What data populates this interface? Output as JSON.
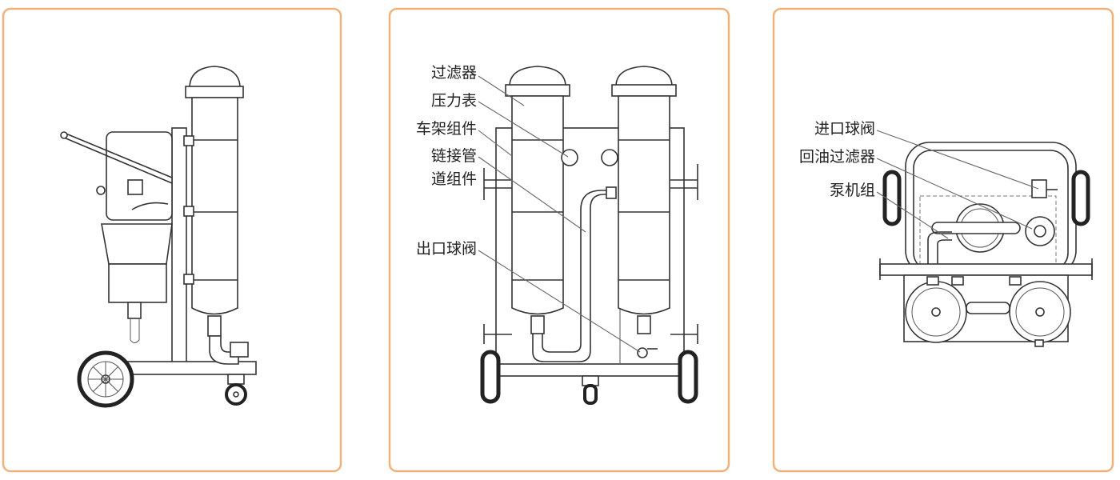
{
  "panels": [
    {
      "view": "side",
      "labels": []
    },
    {
      "view": "front",
      "labels": {
        "filter": "过滤器",
        "pressure_gauge": "压力表",
        "frame_assembly": "车架组件",
        "pipe_assembly_line1": "链接管",
        "pipe_assembly_line2": "道组件",
        "outlet_ball_valve": "出口球阀"
      }
    },
    {
      "view": "top",
      "labels": {
        "inlet_ball_valve": "进口球阀",
        "return_oil_filter": "回油过滤器",
        "pump_unit": "泵机组"
      }
    }
  ],
  "colors": {
    "panel_border": "#f0b27a"
  }
}
